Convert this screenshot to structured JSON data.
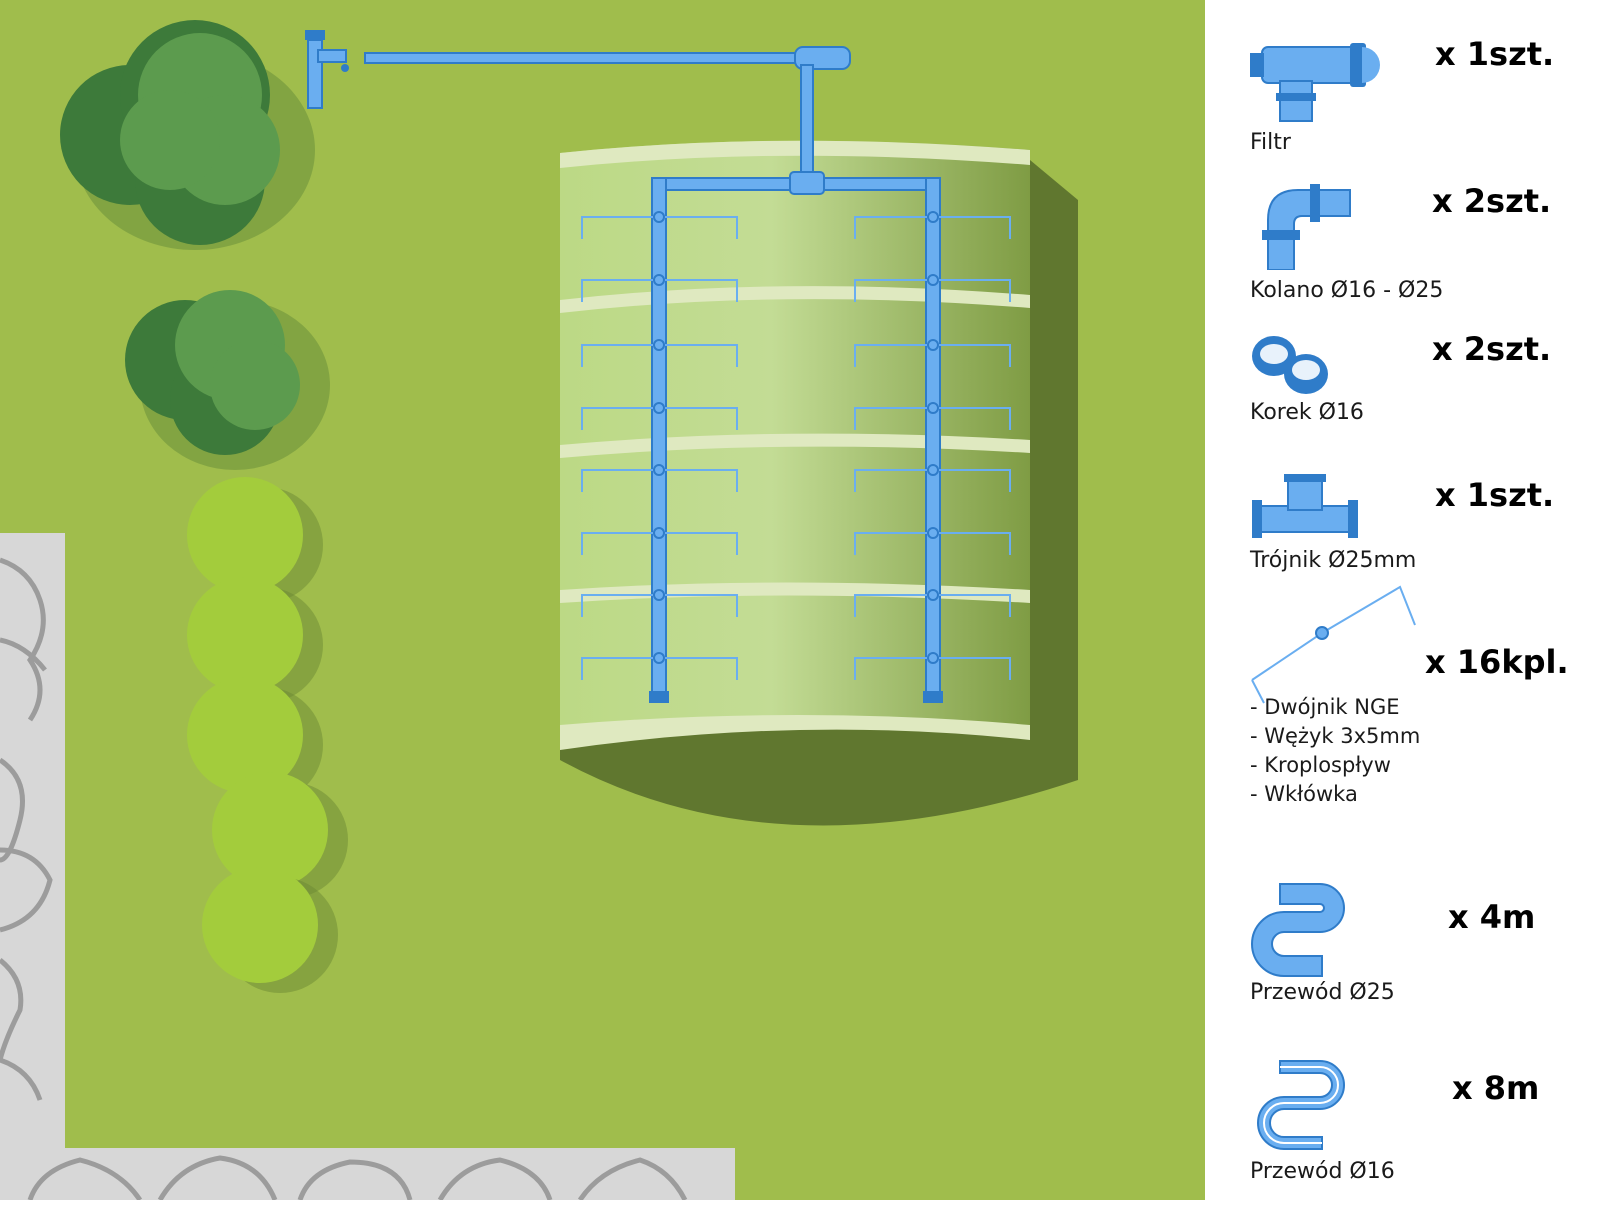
{
  "colors": {
    "grass": "#a0bd4c",
    "paving": "#d7d7d7",
    "paving_cracks": "#9c9c9c",
    "tree_dark": "#3d7a3a",
    "tree_light": "#5c9b4e",
    "shrub": "#a3cc3c",
    "bed": "#bcd78a",
    "pipe": "#6aaef0",
    "pipe_dark": "#2f7cc9"
  },
  "legend": [
    {
      "icon": "filter-icon",
      "label": "Filtr",
      "quantity": "x 1szt."
    },
    {
      "icon": "elbow-icon",
      "label": "Kolano Ø16 - Ø25",
      "quantity": "x 2szt."
    },
    {
      "icon": "end-cap-icon",
      "label": "Korek Ø16",
      "quantity": "x 2szt."
    },
    {
      "icon": "tee-icon",
      "label": "Trójnik Ø25mm",
      "quantity": "x 1szt."
    },
    {
      "icon": "dripper-set-icon",
      "label": "",
      "quantity": "x 16kpl.",
      "details": [
        "- Dwójnik NGE",
        "- Wężyk 3x5mm",
        "- Kroplospływ",
        "- Wkłówka"
      ]
    },
    {
      "icon": "hose-25-icon",
      "label": "Przewód Ø25",
      "quantity": "x 4m"
    },
    {
      "icon": "hose-16-icon",
      "label": "Przewód Ø16",
      "quantity": "x 8m"
    }
  ]
}
